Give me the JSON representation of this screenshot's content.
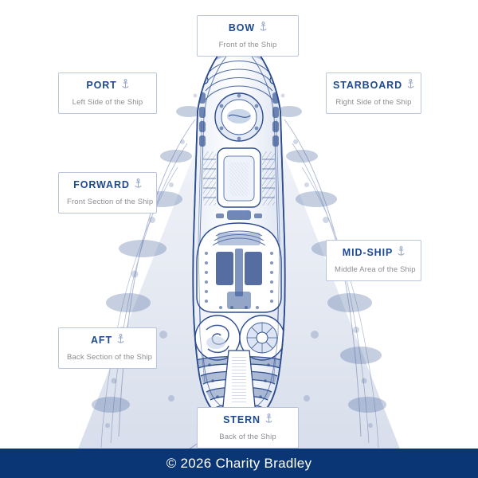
{
  "page": {
    "background_color": "#ffffff",
    "illustration": {
      "name": "cruise-ship-aerial-illustration",
      "style": "blue ink line drawing of a cruise ship seen from above with wake",
      "ink_color": "#33528f",
      "accent_color": "#1d4a8f"
    }
  },
  "callouts": [
    {
      "id": "bow",
      "title": "BOW",
      "subtitle": "Front of the Ship",
      "icon": "anchor-icon"
    },
    {
      "id": "port",
      "title": "PORT",
      "subtitle": "Left Side of the Ship",
      "icon": "anchor-icon"
    },
    {
      "id": "starboard",
      "title": "STARBOARD",
      "subtitle": "Right Side of the Ship",
      "icon": "anchor-icon"
    },
    {
      "id": "forward",
      "title": "FORWARD",
      "subtitle": "Front Section of the Ship",
      "icon": "anchor-icon"
    },
    {
      "id": "midship",
      "title": "MID-SHIP",
      "subtitle": "Middle Area of the Ship",
      "icon": "anchor-icon"
    },
    {
      "id": "aft",
      "title": "AFT",
      "subtitle": "Back Section of the Ship",
      "icon": "anchor-icon"
    },
    {
      "id": "stern",
      "title": "STERN",
      "subtitle": "Back of the Ship",
      "icon": "anchor-icon"
    }
  ],
  "footer": {
    "copyright": "© 2026 Charity Bradley",
    "background_color": "#0b3675",
    "text_color": "#ffffff"
  },
  "colors": {
    "title_blue": "#1d4a8f",
    "subtitle_gray": "#8c8c92",
    "box_border": "#b9c4dd",
    "footer_navy": "#0b3675"
  }
}
